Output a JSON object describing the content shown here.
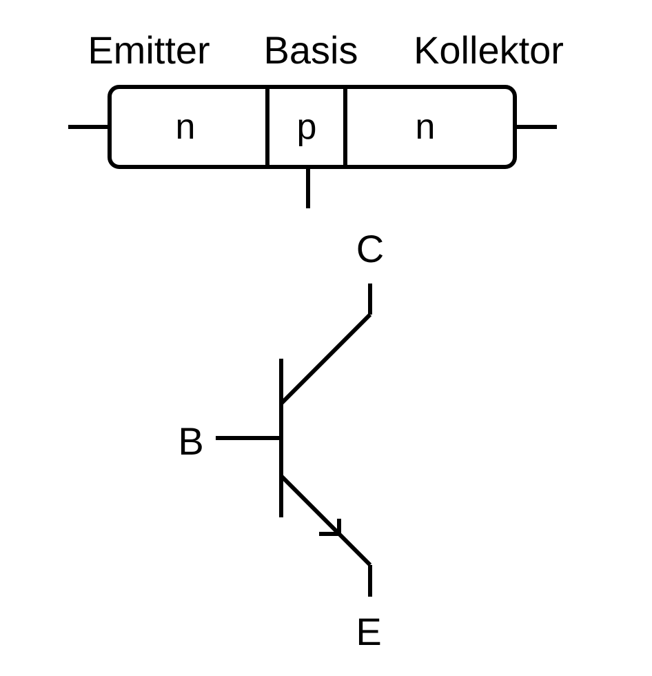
{
  "regions": {
    "emitter_label": "Emitter",
    "base_label": "Basis",
    "collector_label": "Kollektor",
    "emitter_type": "n",
    "base_type": "p",
    "collector_type": "n"
  },
  "symbol": {
    "collector_terminal": "C",
    "base_terminal": "B",
    "emitter_terminal": "E"
  }
}
